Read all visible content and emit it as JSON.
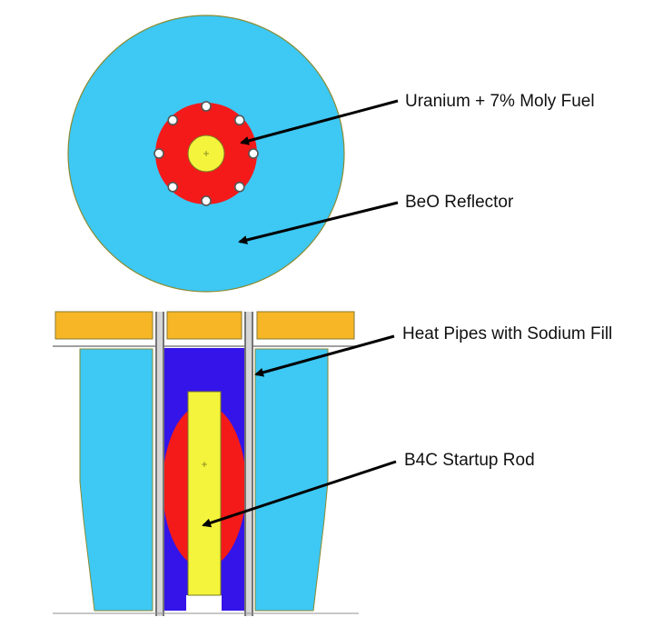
{
  "labels": {
    "fuel": "Uranium + 7% Moly Fuel",
    "reflector": "BeO Reflector",
    "heat_pipes": "Heat Pipes with Sodium Fill",
    "startup_rod": "B4C Startup Rod"
  },
  "colors": {
    "reflector": "#3ec8f4",
    "reflector_edge": "#8a8a30",
    "fuel": "#f41a1a",
    "rod": "#f4f43c",
    "rod_edge": "#7a7a20",
    "sodium_fill": "#3414e8",
    "top_plate": "#f6b626",
    "top_plate_edge": "#8a7a30",
    "heat_pipe_wall": "#d6d6d6",
    "heat_pipe_core": "#555555",
    "heat_pipe_dot": "#ffffff",
    "arrow": "#000000"
  },
  "heat_pipe_count": 8
}
